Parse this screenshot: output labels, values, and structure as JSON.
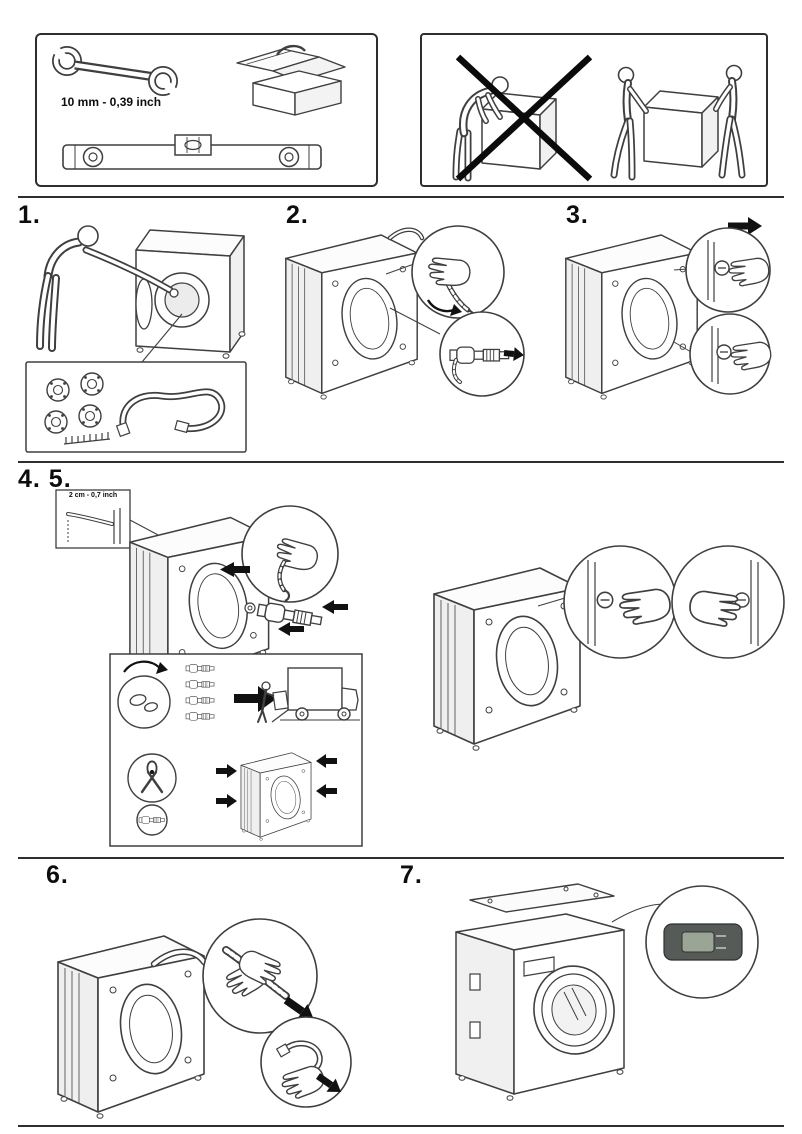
{
  "colors": {
    "page_background": "#ffffff",
    "line_art": "#3f3f3f",
    "arrow_black": "#111111",
    "cord_holder_body": "#565b58",
    "cord_plug": "#9aa595"
  },
  "tools_panel": {
    "wrench_label": "10 mm - 0,39 inch",
    "icons": [
      "open-end-wrench-icon",
      "toolbox-icon",
      "spirit-level-icon"
    ]
  },
  "carry_warning_panel": {
    "icons": [
      "one-person-carry-prohibited-illustration",
      "two-person-carry-illustration"
    ]
  },
  "steps": {
    "step_1": {
      "label": "1."
    },
    "step_2": {
      "label": "2."
    },
    "step_3": {
      "label": "3."
    },
    "step_4_5": {
      "label": "4. 5."
    },
    "step_6": {
      "label": "6."
    },
    "step_7": {
      "label": "7."
    }
  },
  "step_4_5_details": {
    "hose_clearance_label": "2 cm - 0,7 inch"
  }
}
